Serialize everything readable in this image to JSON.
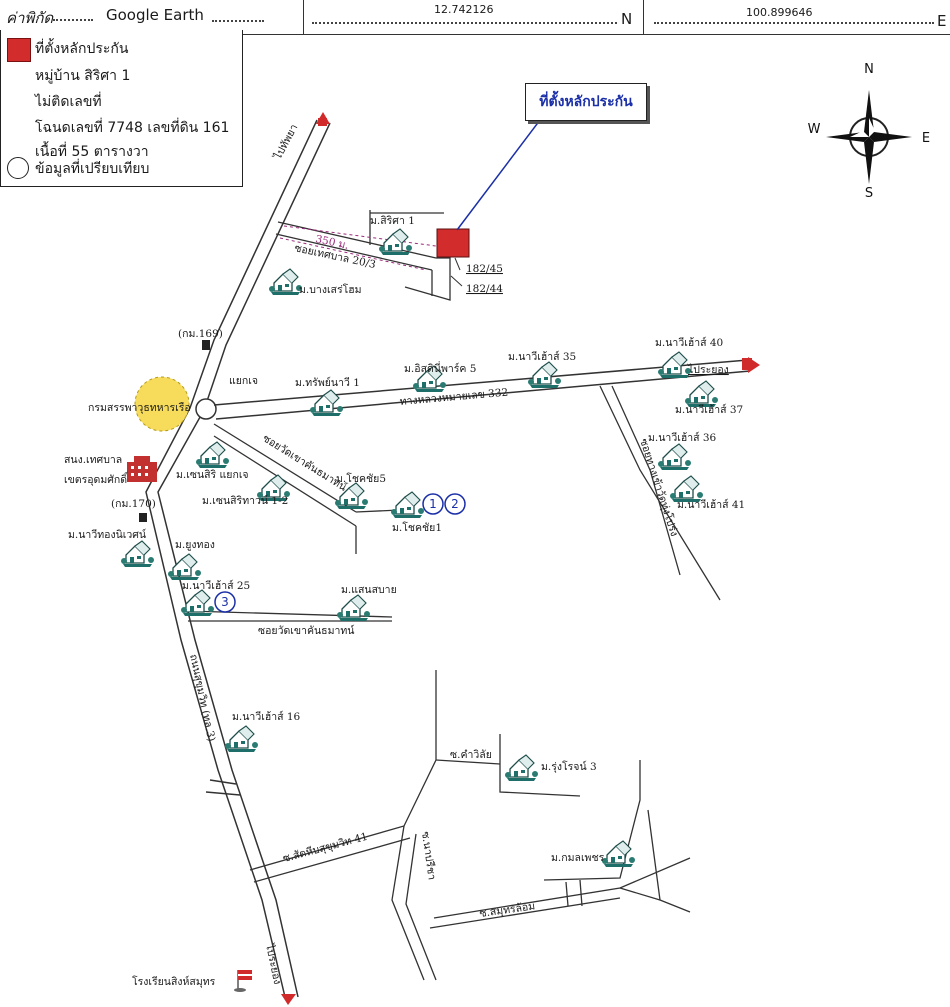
{
  "header": {
    "coord_label": "ค่าพิกัด",
    "coord_source": "Google Earth",
    "latitude": "12.742126",
    "lat_suffix": "N",
    "longitude": "100.899646",
    "lon_suffix": "E"
  },
  "legend": {
    "title": "ที่ตั้งหลักประกัน",
    "village": "หมู่บ้าน สิริศา 1",
    "house_no": "ไม่ติดเลขที่",
    "deed": "โฉนดเลขที่ 7748 เลขที่ดิน 161",
    "area": "เนื้อที่ 55 ตารางวา",
    "comparison": "ข้อมูลที่เปรียบเทียบ"
  },
  "callout": "ที่ตั้งหลักประกัน",
  "compass": {
    "n": "N",
    "s": "S",
    "e": "E",
    "w": "W"
  },
  "labels": {
    "to_top": "ไปทัพยา",
    "to_bottom": "ไประยอง",
    "to_rayong": "ไประยอง",
    "distance": "350 ม.",
    "soi_thetsaban": "ซอยเทศบาล 20/3",
    "sirisa": "ม.สิริศา 1",
    "plot_a": "182/45",
    "plot_b": "182/44",
    "bangsaen_home": "ม.บางเสร่โฮม",
    "km169": "(กม.169)",
    "yaek_jae": "แยกเจ",
    "navy_dept": "กรมสรรพาวุธทหารเรือ",
    "municipal_office": "สนง.เทศบาล",
    "municipal_office2": "เขตรอุดมศักดิ์",
    "km170": "(กม.170)",
    "sap_navy": "ม.ทรัพย์นาวี 1",
    "isinivit": "ม.อิสดินี่พาร์ค 5",
    "navy35": "ม.นาวีเฮ้าส์ 35",
    "navy40": "ม.นาวีเฮ้าส์ 40",
    "navy37": "ม.นาวีเฮ้าส์ 37",
    "navy36": "ม.นาวีเฮ้าส์ 36",
    "navy41": "ม.นาวีเฮ้าส์ 41",
    "highway332": "ทางหลวงหมายเลข 332",
    "soi_khao_yai": "ซอยทางเข้าวัดทุ่งโปร่ง",
    "soi_wat_khao": "ซอยวัดเขาคันธมาทน์",
    "chokchai5": "ม.โชคชัย5",
    "chokchai1": "ม.โชคชัย1",
    "sensiri": "ม.เซนสิริ แยกเจ",
    "sensirivan": "ม.เซนสิริทาวน์ 1-2",
    "navythong": "ม.นาวีทองนิเวศน์",
    "yungthong": "ม.ยูงทอง",
    "navy25": "ม.นาวีเฮ้าส์ 25",
    "saensabai": "ม.แสนสบาย",
    "soi_wat_khao2": "ซอยวัดเขาคันธมาทน์",
    "sukhumvit_road": "ถนนสุขุมวิท (ทล.3)",
    "navy16": "ม.นาวีเฮ้าส์ 16",
    "kamwilai": "ซ.คำวิลัย",
    "rungrot3": "ม.รุ่งโรจน์ 3",
    "sukhumvit41": "ซ.สัตหีบสุขุมวิท 41",
    "soi_napsri": "ซ.นาปรีชา",
    "kamolphet": "ม.กมลเพชร",
    "samut_rom": "ซ.สมุทรล้อม",
    "school": "โรงเรียนสิงห์สมุทร",
    "c1": "1",
    "c2": "2",
    "c3": "3"
  },
  "colors": {
    "collateral": "#d22c2c",
    "callout_text": "#1b2fa8",
    "arrow": "#d12a2a",
    "highlight": "#f7dc5c",
    "distance": "#9a2a7a",
    "icon": "#1e6e6a"
  }
}
